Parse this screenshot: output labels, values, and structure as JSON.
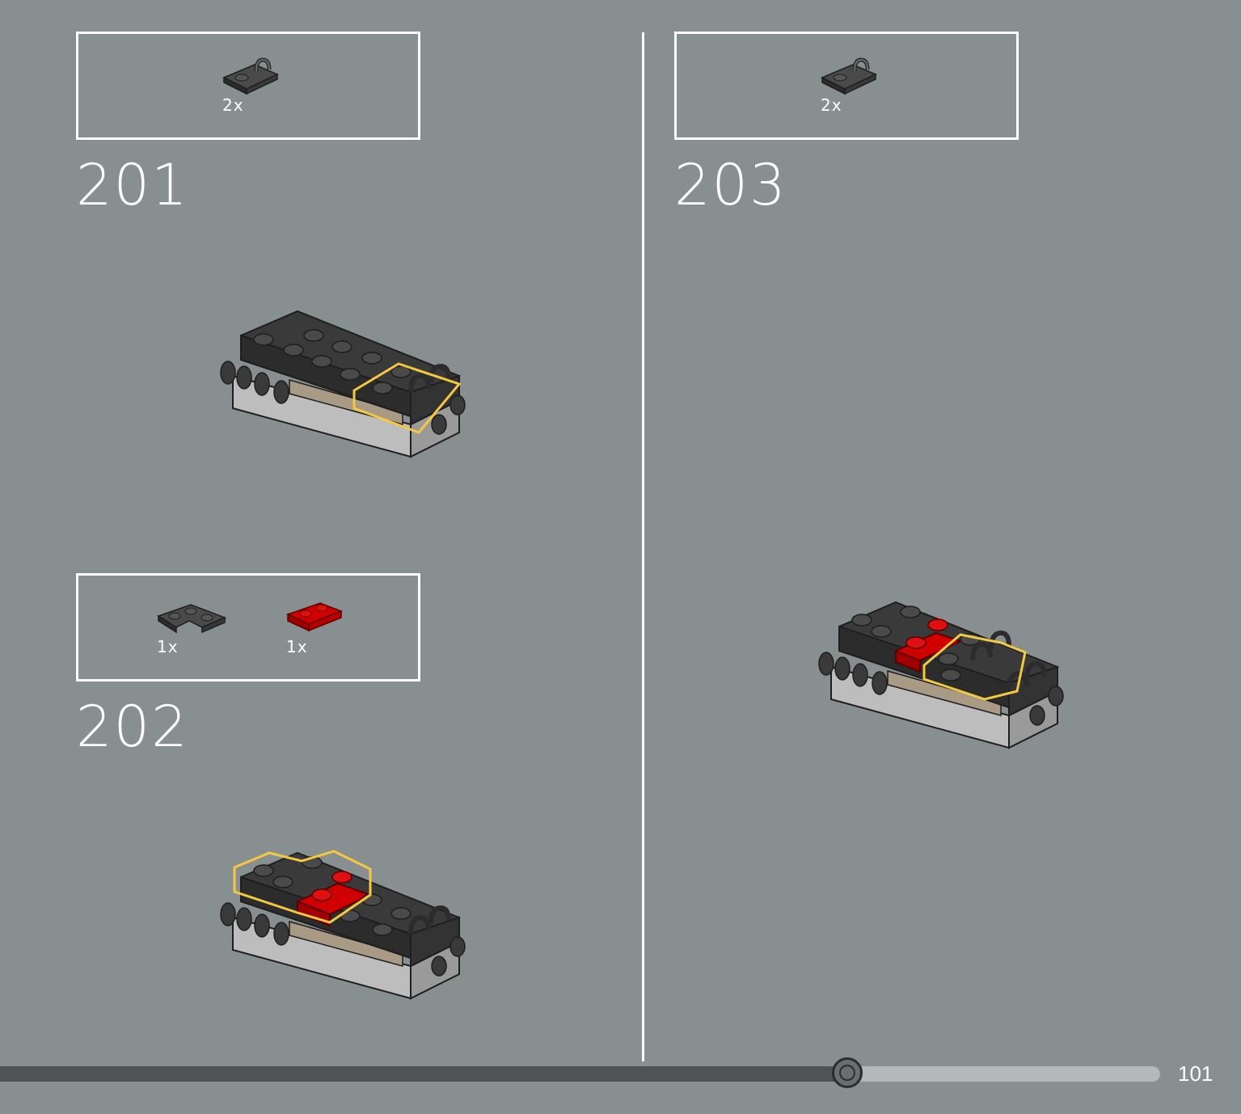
{
  "steps": [
    {
      "number": "201",
      "parts": [
        {
          "icon": "clip-plate-icon",
          "qty": "2x",
          "color": "#3a3a3a"
        }
      ]
    },
    {
      "number": "202",
      "parts": [
        {
          "icon": "corner-plate-icon",
          "qty": "1x",
          "color": "#3a3a3a"
        },
        {
          "icon": "plate-1x2-icon",
          "qty": "1x",
          "color": "#c00000"
        }
      ]
    },
    {
      "number": "203",
      "parts": [
        {
          "icon": "clip-plate-icon",
          "qty": "2x",
          "color": "#3a3a3a"
        }
      ]
    }
  ],
  "progress": {
    "value": 0.73
  },
  "page": {
    "number": "101"
  },
  "colors": {
    "background": "#888f90",
    "highlight": "#f5c842",
    "brick_dark": "#3a3a3a",
    "brick_red": "#c00000",
    "tan": "#a89a84"
  }
}
